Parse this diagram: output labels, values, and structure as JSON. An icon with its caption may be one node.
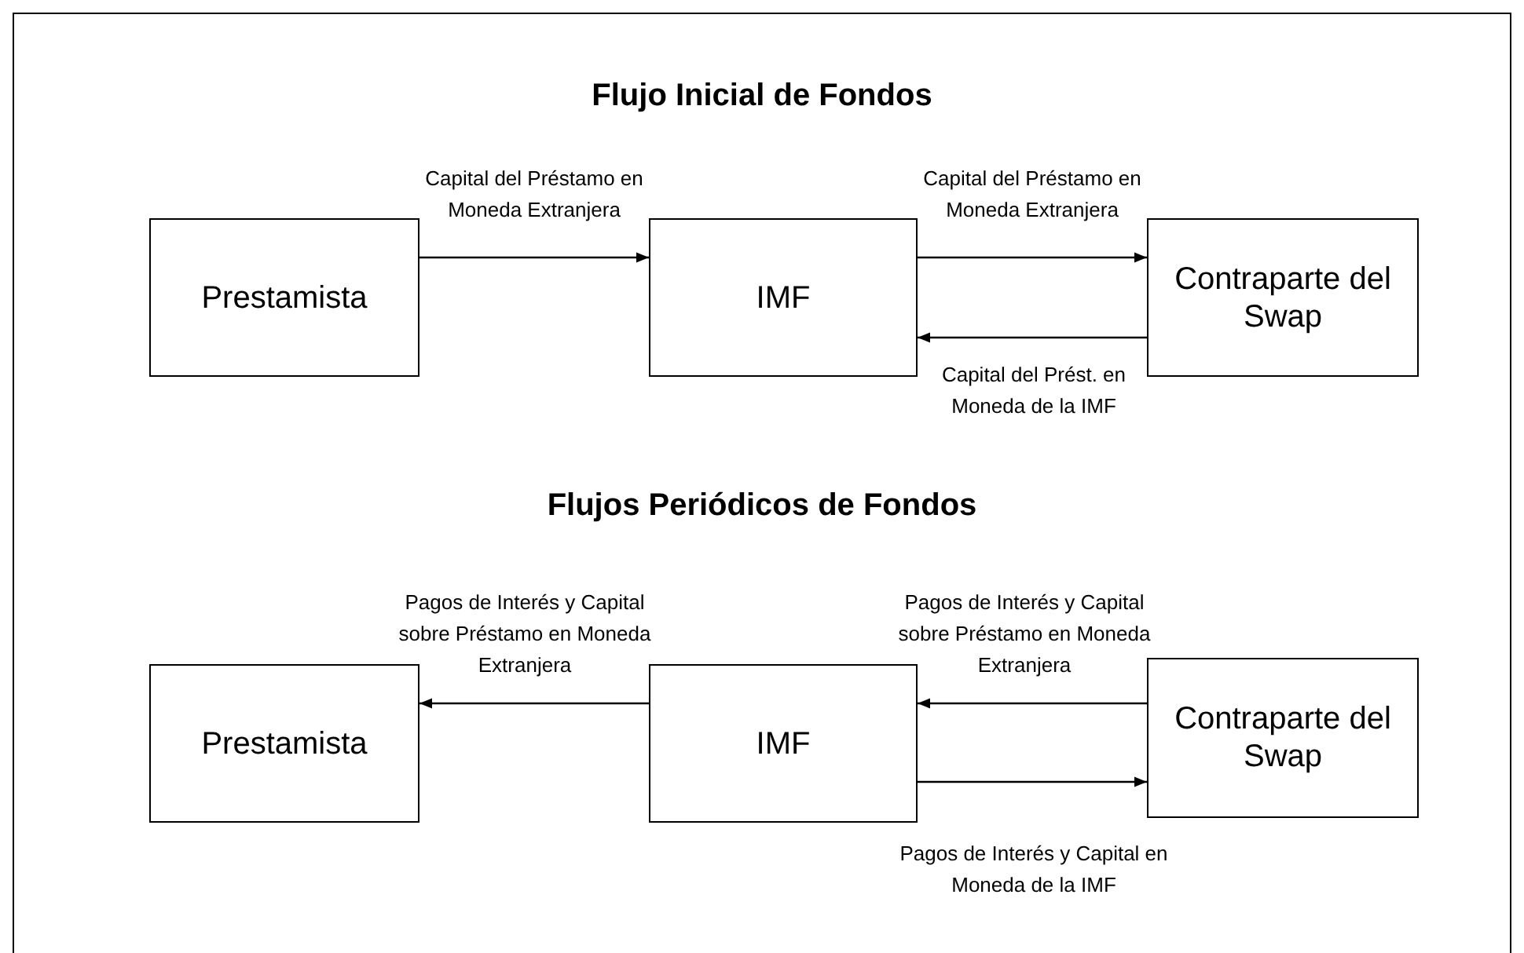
{
  "diagram": {
    "title": "Flujo Inicial de Fondos",
    "nodes": [
      {
        "text": [
          "Prestamista"
        ]
      },
      {
        "text": [
          "IMF"
        ]
      },
      {
        "text": [
          "Contraparte del Swap"
        ]
      },
      {
        "text": [
          "Prestamista"
        ]
      },
      {
        "text": [
          "IMF"
        ]
      },
      {
        "text": [
          "Contraparte del Swap"
        ]
      }
    ],
    "edges": [
      {
        "from": 0,
        "to": 1,
        "arrow": "to",
        "label": "Capital del Préstamo en Moneda Extranjera"
      },
      {
        "from": 1,
        "to": 2,
        "arrow": "to",
        "label": "Capital del Préstamo en Moneda Extranjera"
      },
      {
        "from": 2,
        "to": 1,
        "arrow": "to",
        "label": "Capital del Prést. en Moneda de la IMF"
      },
      {
        "from": 4,
        "to": 3,
        "arrow": "to",
        "label": "Pagos de Interés y Capital sobre Préstamo en Moneda Extranjera"
      },
      {
        "from": 5,
        "to": 4,
        "arrow": "to",
        "label": "Pagos de Interés y Capital sobre Préstamo en Moneda Extranjera"
      },
      {
        "from": 4,
        "to": 5,
        "arrow": "to",
        "label": "Pagos de Interés y Capital en Moneda de la IMF"
      }
    ],
    "labels": [
      "Flujos Periódicos de Fondos"
    ]
  }
}
